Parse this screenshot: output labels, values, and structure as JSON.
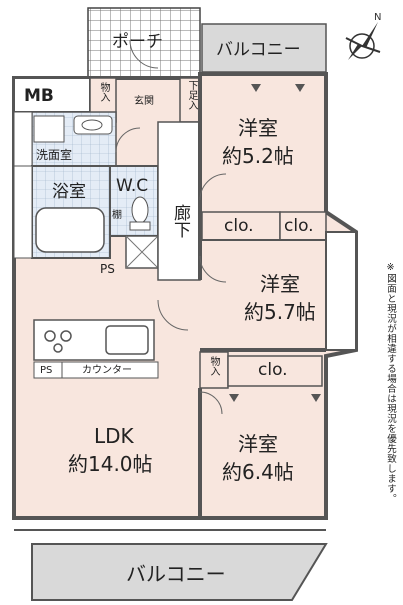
{
  "rooms": {
    "porch": "ポーチ",
    "balcony_top": "バルコニー",
    "mb": "MB",
    "storage_entry": "物入",
    "entrance": "玄関",
    "shoe_box": "下足入",
    "western1_name": "洋室",
    "western1_size": "約5.2帖",
    "washroom": "洗面室",
    "bath": "浴室",
    "wc": "W.C",
    "shelf": "棚",
    "hall": "廊下",
    "clo_a": "clo.",
    "clo_b": "clo.",
    "western2_name": "洋室",
    "western2_size": "約5.7帖",
    "ps_top": "PS",
    "ps_kitchen": "PS",
    "counter": "カウンター",
    "storage_mid": "物入",
    "clo_c": "clo.",
    "ldk_name": "LDK",
    "ldk_size": "約14.0帖",
    "western3_name": "洋室",
    "western3_size": "約6.4帖",
    "balcony_bottom": "バルコニー"
  },
  "note": "※図面と現況が相違する場合は現況を優先致します。",
  "colors": {
    "room_fill": "#f8e6de",
    "balcony_fill": "#d9d9d9",
    "wet_fill": "#e4ecf6",
    "wall": "#555555"
  },
  "icons": {
    "compass": "north-arrow-icon"
  }
}
